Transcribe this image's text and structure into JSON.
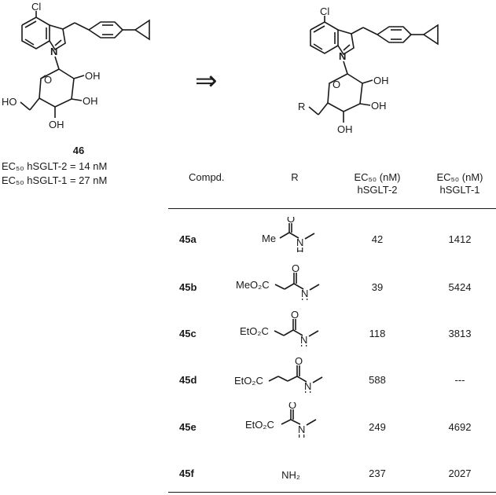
{
  "compound46": {
    "atoms": {
      "cl": "Cl",
      "n": "N",
      "oh1": "OH",
      "oh2": "OH",
      "oh3": "OH",
      "ho": "HO",
      "o_ring": "O"
    },
    "label": "46",
    "ec50_sglt2": "EC₅₀ hSGLT-2 = 14 nM",
    "ec50_sglt1": "EC₅₀ hSGLT-1 = 27 nM"
  },
  "scaffold": {
    "atoms": {
      "cl": "Cl",
      "n": "N",
      "oh1": "OH",
      "oh2": "OH",
      "oh3": "OH",
      "r": "R",
      "o_ring": "O"
    }
  },
  "arrow": "⇒",
  "table": {
    "headers": {
      "compd": "Compd.",
      "r": "R",
      "ec50_sglt2_line1": "EC₅₀ (nM)",
      "ec50_sglt2_line2": "hSGLT-2",
      "ec50_sglt1_line1": "EC₅₀ (nM)",
      "ec50_sglt1_line2": "hSGLT-1"
    },
    "rows": [
      {
        "id": "45a",
        "r_group": "Me",
        "sglt2": "42",
        "sglt1": "1412"
      },
      {
        "id": "45b",
        "r_group": "MeO₂C",
        "sglt2": "39",
        "sglt1": "5424"
      },
      {
        "id": "45c",
        "r_group": "EtO₂C",
        "sglt2": "118",
        "sglt1": "3813"
      },
      {
        "id": "45d",
        "r_group": "EtO₂C",
        "sglt2": "588",
        "sglt1": "---"
      },
      {
        "id": "45e",
        "r_group": "EtO₂C",
        "sglt2": "249",
        "sglt1": "4692"
      },
      {
        "id": "45f",
        "r_group": "NH₂",
        "sglt2": "237",
        "sglt1": "2027"
      }
    ],
    "amide_atoms": {
      "o": "O",
      "n": "N",
      "h": "H"
    }
  }
}
